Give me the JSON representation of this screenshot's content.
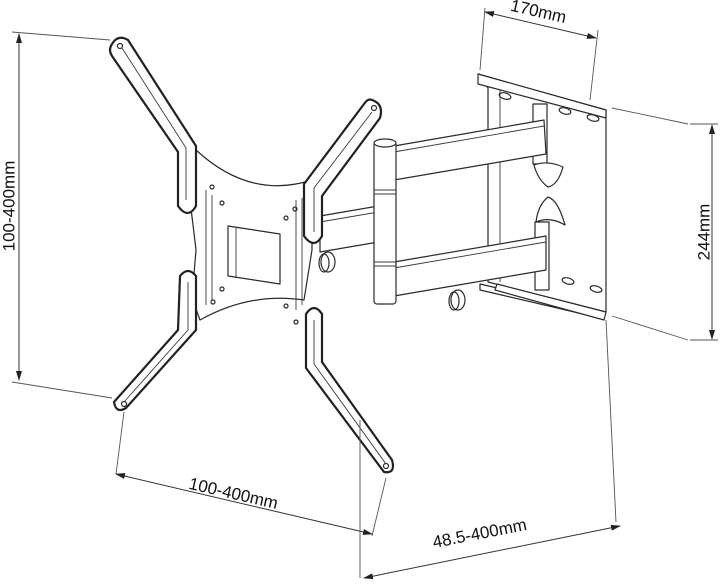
{
  "diagram": {
    "subject": "Full-motion TV wall mount bracket",
    "components": [
      "vesa-plate",
      "mounting-arms",
      "articulating-arm",
      "wall-plate"
    ],
    "line_color": "#2a2a2a",
    "background": "#ffffff"
  },
  "dimensions": {
    "wall_plate_width": "170mm",
    "wall_plate_height": "244mm",
    "vesa_vertical": "100-400mm",
    "vesa_horizontal": "100-400mm",
    "extension": "48.5-400mm"
  }
}
